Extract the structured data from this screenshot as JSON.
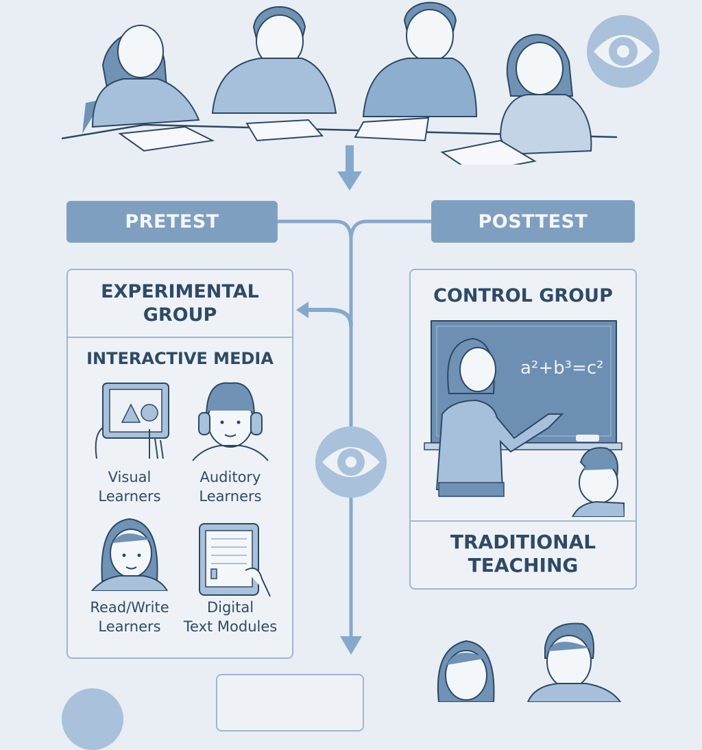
{
  "diagram": {
    "top_scene": {
      "description": "Four students writing a test at a table"
    },
    "stages": {
      "pretest_label": "PRETEST",
      "posttest_label": "POSTTEST"
    },
    "experimental_group": {
      "title_line1": "EXPERIMENTAL",
      "title_line2": "GROUP",
      "subtitle": "INTERACTIVE MEDIA",
      "items": [
        {
          "line1": "Visual",
          "line2": "Learners",
          "icon": "tablet-shapes-icon"
        },
        {
          "line1": "Auditory",
          "line2": "Learners",
          "icon": "headphones-student-icon"
        },
        {
          "line1": "Read/Write",
          "line2": "Learners",
          "icon": "student-girl-icon"
        },
        {
          "line1": "Digital",
          "line2": "Text Modules",
          "icon": "ereader-icon"
        }
      ]
    },
    "control_group": {
      "title": "CONTROL GROUP",
      "equation": "a²+b³=c²",
      "caption_line1": "TRADITIONAL",
      "caption_line2": "TEACHING"
    },
    "icons": {
      "observation": "eye-icon"
    },
    "colors": {
      "background": "#e9eef4",
      "accent": "#7f9fc0",
      "line": "#86a8cb",
      "text": "#2e4a66",
      "eye_circle": "#a9c1da",
      "chalkboard": "#6c8fb3"
    }
  }
}
